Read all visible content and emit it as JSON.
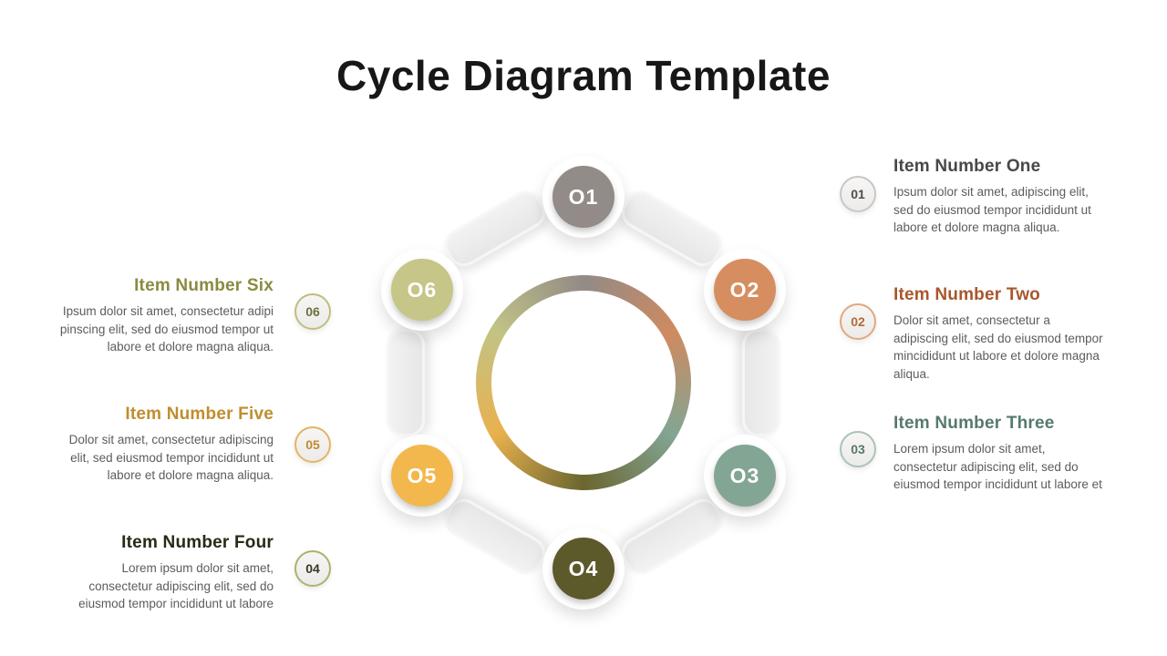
{
  "title": "Cycle Diagram Template",
  "cycle": {
    "nodes": [
      {
        "label": "O1",
        "color": "#928B87"
      },
      {
        "label": "O2",
        "color": "#D68E60"
      },
      {
        "label": "O3",
        "color": "#83A594"
      },
      {
        "label": "O4",
        "color": "#5C592B"
      },
      {
        "label": "O5",
        "color": "#F2B84D"
      },
      {
        "label": "O6",
        "color": "#C5C687"
      }
    ],
    "ring_colors": [
      "#928B87",
      "#CF8A60",
      "#83A594",
      "#6B6630",
      "#E9B14E",
      "#C2C385"
    ]
  },
  "right_items": [
    {
      "badge": "01",
      "heading": "Item Number One",
      "heading_color": "#4A4846",
      "badge_border": "#C9C7C5",
      "badge_text": "#4F4D4B",
      "body": "Ipsum dolor sit amet, adipiscing elit, sed do eiusmod tempor incididunt ut labore et dolore magna aliqua."
    },
    {
      "badge": "02",
      "heading": "Item Number Two",
      "heading_color": "#A8572E",
      "badge_border": "#E2A87E",
      "badge_text": "#B06A3C",
      "body": "Dolor sit amet, consectetur a adipiscing elit, sed do eiusmod tempor mincididunt ut labore et dolore magna aliqua."
    },
    {
      "badge": "03",
      "heading": "Item Number Three",
      "heading_color": "#567A6B",
      "badge_border": "#ABC3B7",
      "badge_text": "#56796A",
      "body": "Lorem ipsum dolor sit amet, consectetur adipiscing elit, sed do eiusmod tempor incididunt ut labore et"
    }
  ],
  "left_items": [
    {
      "badge": "06",
      "heading": "Item Number Six",
      "heading_color": "#8B8B40",
      "badge_border": "#BFBE7D",
      "badge_text": "#6F6F3C",
      "body": "Ipsum dolor sit amet, consectetur adipi pinscing elit, sed do eiusmod tempor ut labore et dolore magna aliqua."
    },
    {
      "badge": "05",
      "heading": "Item Number Five",
      "heading_color": "#C08E2D",
      "badge_border": "#E4B464",
      "badge_text": "#BE8B2F",
      "body": "Dolor sit amet, consectetur adipiscing elit, sed eiusmod tempor incididunt ut labore et dolore magna aliqua."
    },
    {
      "badge": "04",
      "heading": "Item Number Four",
      "heading_color": "#2A2917",
      "badge_border": "#AFB269",
      "badge_text": "#3A3920",
      "body": "Lorem ipsum dolor sit amet, consectetur adipiscing elit, sed do eiusmod tempor incididunt ut labore"
    }
  ]
}
